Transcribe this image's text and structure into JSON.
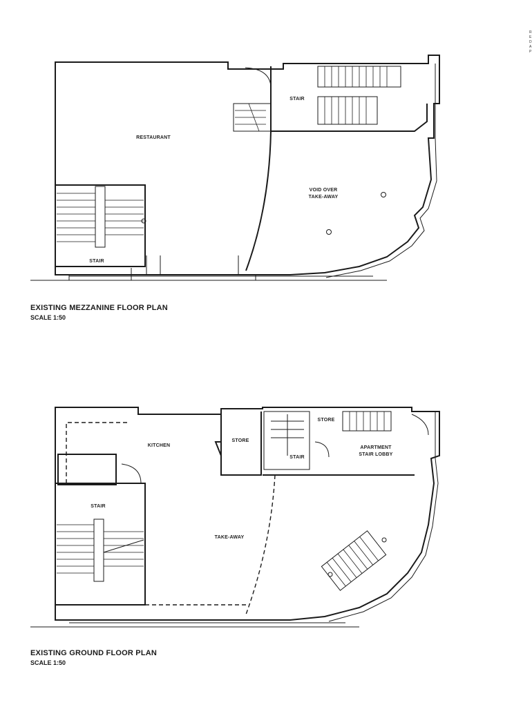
{
  "margin_note": "REDAP",
  "mezzanine": {
    "title": "EXISTING MEZZANINE FLOOR PLAN",
    "scale": "SCALE 1:50",
    "rooms": {
      "restaurant": "RESTAURANT",
      "stair_upper": "STAIR",
      "void_line1": "VOID OVER",
      "void_line2": "TAKE-AWAY",
      "stair_lower": "STAIR"
    }
  },
  "ground": {
    "title": "EXISTING GROUND FLOOR PLAN",
    "scale": "SCALE 1:50",
    "rooms": {
      "kitchen": "KITCHEN",
      "store_left": "STORE",
      "store_right": "STORE",
      "apartment_line1": "APARTMENT",
      "apartment_line2": "STAIR LOBBY",
      "stair_small": "STAIR",
      "stair_left": "STAIR",
      "takeaway": "TAKE-AWAY"
    }
  }
}
